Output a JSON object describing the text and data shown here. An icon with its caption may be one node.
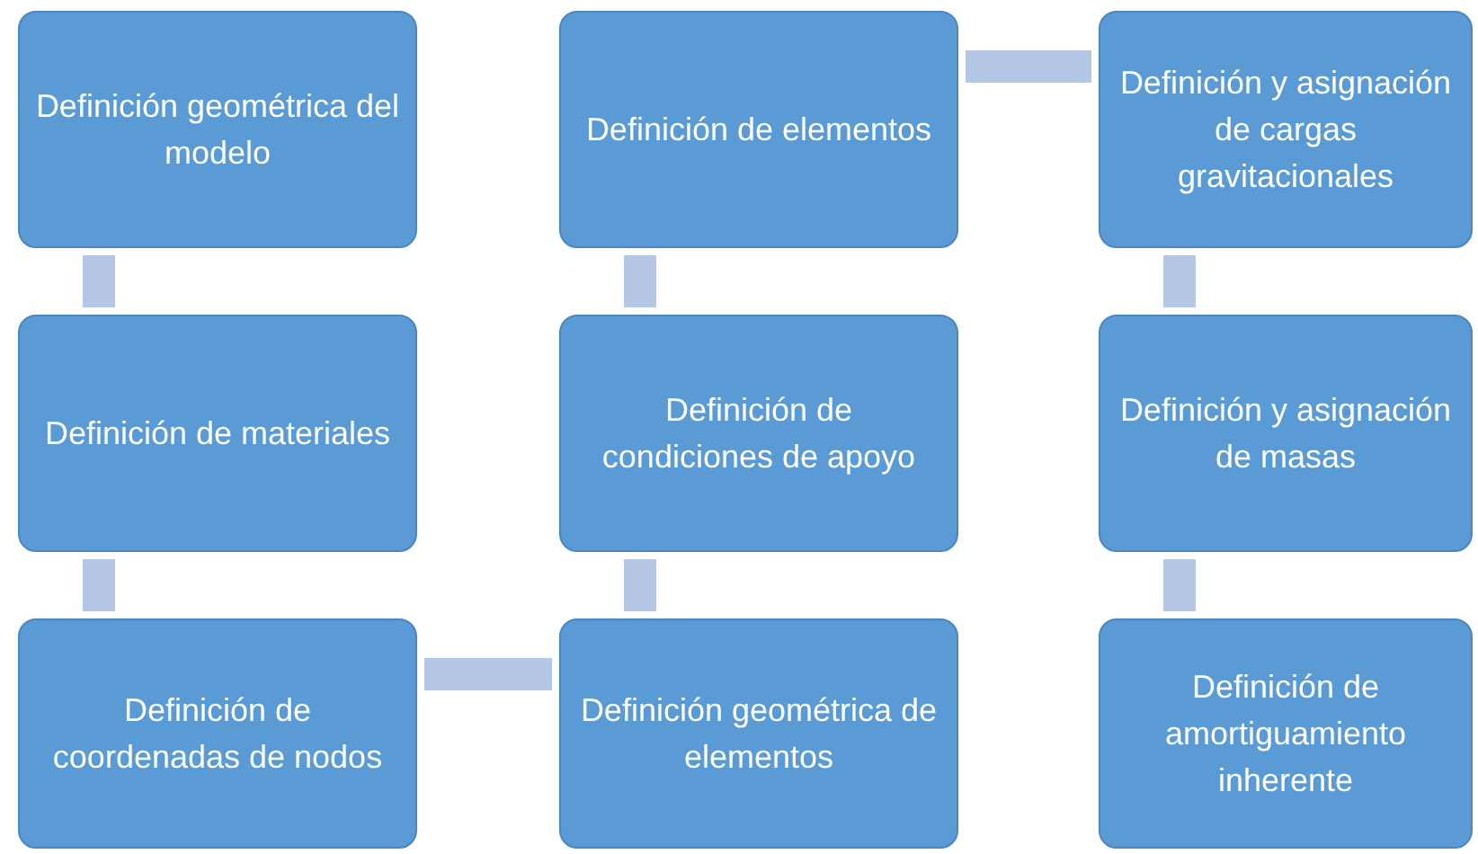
{
  "diagram": {
    "nodes": [
      {
        "text": [
          "Definición geométrica del modelo"
        ]
      },
      {
        "text": [
          "Definición de materiales"
        ]
      },
      {
        "text": [
          "Definición de coordenadas de nodos"
        ]
      },
      {
        "text": [
          "Definición geométrica de elementos"
        ]
      },
      {
        "text": [
          "Definición de condiciones de apoyo"
        ]
      },
      {
        "text": [
          "Definición de elementos"
        ]
      },
      {
        "text": [
          "Definición y asignación de cargas gravitacionales"
        ]
      },
      {
        "text": [
          "Definición y asignación de masas"
        ]
      },
      {
        "text": [
          "Definición de amortiguamiento inherente"
        ]
      }
    ],
    "edges": [
      {
        "from": 0,
        "to": 1,
        "arrow": "none"
      },
      {
        "from": 1,
        "to": 2,
        "arrow": "none"
      },
      {
        "from": 2,
        "to": 3,
        "arrow": "none"
      },
      {
        "from": 3,
        "to": 4,
        "arrow": "none"
      },
      {
        "from": 4,
        "to": 5,
        "arrow": "none"
      },
      {
        "from": 5,
        "to": 6,
        "arrow": "none"
      },
      {
        "from": 6,
        "to": 7,
        "arrow": "none"
      },
      {
        "from": 7,
        "to": 8,
        "arrow": "none"
      }
    ]
  }
}
